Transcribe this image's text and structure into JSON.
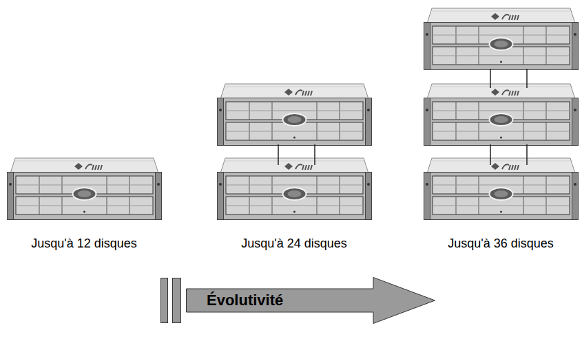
{
  "diagram": {
    "nodes": [
      {
        "text": [
          "Évolutivité"
        ]
      }
    ],
    "labels": [
      "Jusqu'à 12 disques",
      "Jusqu'à 24 disques",
      "Jusqu'à 36 disques"
    ]
  }
}
